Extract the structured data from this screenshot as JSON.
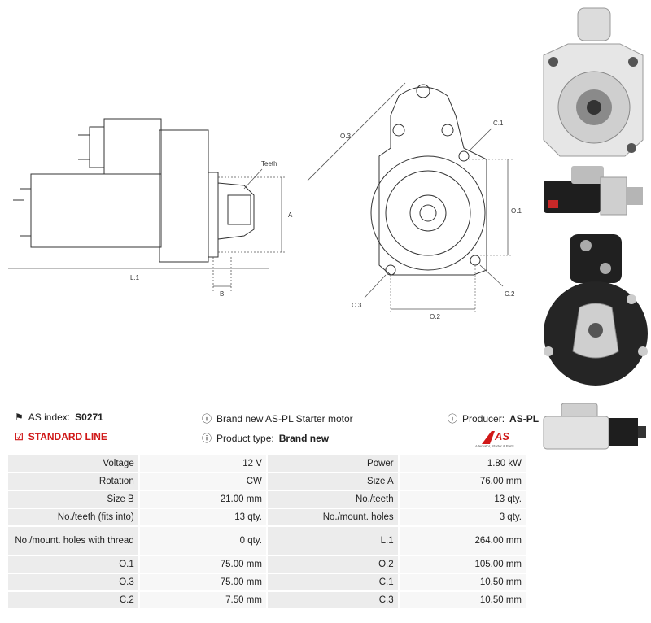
{
  "drawing_labels": {
    "teeth": "Teeth",
    "a": "A",
    "l1": "L.1",
    "b": "B",
    "o3": "O.3",
    "c1": "C.1",
    "o1": "O.1",
    "c2": "C.2",
    "c3": "C.3",
    "o2": "O.2"
  },
  "info": {
    "as_index_label": "AS index:",
    "as_index_value": "S0271",
    "standard_line": "STANDARD LINE",
    "description": "Brand new AS-PL Starter motor",
    "product_type_label": "Product type:",
    "product_type_value": "Brand new",
    "producer_label": "Producer:",
    "producer_value": "AS-PL"
  },
  "logo": {
    "mark": "AS",
    "tagline": "Alternator, Starter & Parts"
  },
  "specs": [
    {
      "k1": "Voltage",
      "v1": "12 V",
      "k2": "Power",
      "v2": "1.80 kW"
    },
    {
      "k1": "Rotation",
      "v1": "CW",
      "k2": "Size A",
      "v2": "76.00 mm"
    },
    {
      "k1": "Size B",
      "v1": "21.00 mm",
      "k2": "No./teeth",
      "v2": "13 qty."
    },
    {
      "k1": "No./teeth (fits into)",
      "v1": "13 qty.",
      "k2": "No./mount. holes",
      "v2": "3 qty."
    },
    {
      "k1": "No./mount. holes with thread",
      "v1": "0 qty.",
      "k2": "L.1",
      "v2": "264.00 mm"
    },
    {
      "k1": "O.1",
      "v1": "75.00 mm",
      "k2": "O.2",
      "v2": "105.00 mm"
    },
    {
      "k1": "O.3",
      "v1": "75.00 mm",
      "k2": "C.1",
      "v2": "10.50 mm"
    },
    {
      "k1": "C.2",
      "v1": "7.50 mm",
      "k2": "C.3",
      "v2": "10.50 mm"
    }
  ],
  "colors": {
    "brand_red": "#d01818",
    "key_cell": "#ececec",
    "value_cell": "#f7f7f7"
  }
}
